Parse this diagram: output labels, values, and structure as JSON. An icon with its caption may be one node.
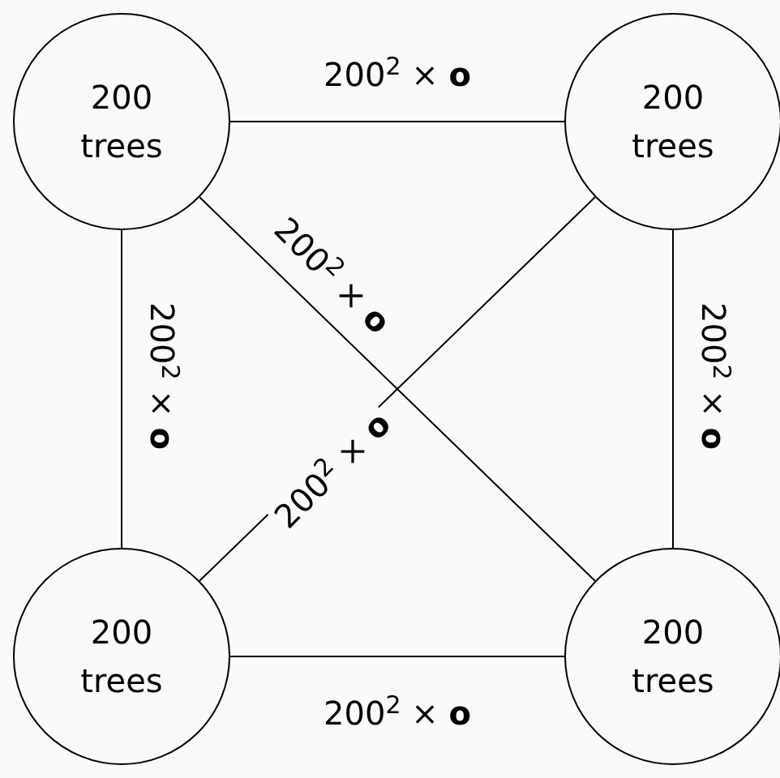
{
  "diagram": {
    "nodes": [
      {
        "text": [
          "200 trees"
        ]
      },
      {
        "text": [
          "200 trees"
        ]
      },
      {
        "text": [
          "200 trees"
        ]
      },
      {
        "text": [
          "200 trees"
        ]
      }
    ],
    "edges": [
      {
        "from": 0,
        "to": 1,
        "arrow": "none",
        "label": "200$^{2}$ × **o**"
      },
      {
        "from": 0,
        "to": 3,
        "arrow": "none",
        "label": "200$^{2}$ × **o**"
      },
      {
        "from": 0,
        "to": 2,
        "arrow": "none",
        "label": "200$^{2}$ × **o**"
      },
      {
        "from": 1,
        "to": 2,
        "arrow": "none",
        "label": "200$^{2}$ × **o**"
      },
      {
        "from": 1,
        "to": 3,
        "arrow": "none",
        "label": "200$^{2}$ × **o**"
      },
      {
        "from": 2,
        "to": 3,
        "arrow": "none",
        "label": "200$^{2}$ × **o**"
      }
    ]
  }
}
